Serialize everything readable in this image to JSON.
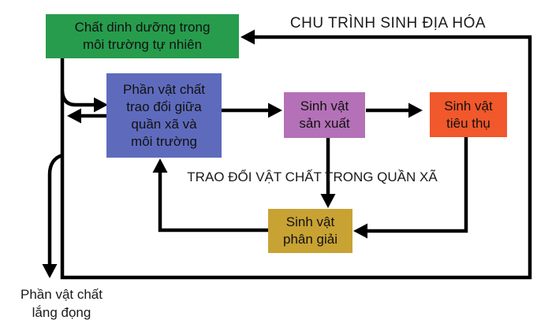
{
  "diagram": {
    "title": "CHU TRÌNH SINH ĐỊA HÓA",
    "labels": {
      "community_exchange": "TRAO ĐỔI VẬT CHẤT TRONG QUẦN XÃ",
      "sediment": "Phần vật chất\nlắng đọng"
    },
    "boxes": {
      "nutrients": {
        "text": "Chất dinh dưỡng trong\nmôi trường tự nhiên",
        "color": "#279c4d"
      },
      "exchange": {
        "text": "Phần vật chất\ntrao đổi giữa\nquần xã và\nmôi trường",
        "color": "#5e6bbd"
      },
      "producer": {
        "text": "Sinh vật\nsản xuất",
        "color": "#b471b7"
      },
      "consumer": {
        "text": "Sinh vật\ntiêu thụ",
        "color": "#f1582b"
      },
      "decomposer": {
        "text": "Sinh vật\nphân giải",
        "color": "#c8a233"
      }
    },
    "arrows": [
      {
        "name": "cycle-loop",
        "from": "nutrients-box-bottom",
        "to": "nutrients-box-right",
        "path": "down-right-up-left loop around diagram"
      },
      {
        "name": "sediment-arrow",
        "from": "cycle-left-line",
        "to": "sediment-label",
        "direction": "down"
      },
      {
        "name": "environment-to-exchange",
        "from": "cycle-left-line",
        "to": "exchange",
        "direction": "right"
      },
      {
        "name": "exchange-to-environment",
        "from": "exchange",
        "to": "cycle-left-line",
        "direction": "left"
      },
      {
        "name": "exchange-to-producer",
        "from": "exchange",
        "to": "producer",
        "direction": "right"
      },
      {
        "name": "producer-to-consumer",
        "from": "producer",
        "to": "consumer",
        "direction": "right"
      },
      {
        "name": "producer-to-decomposer",
        "from": "producer",
        "to": "decomposer",
        "direction": "down"
      },
      {
        "name": "consumer-to-decomposer",
        "from": "consumer",
        "to": "decomposer",
        "direction": "down-left"
      },
      {
        "name": "decomposer-to-exchange",
        "from": "decomposer",
        "to": "exchange",
        "direction": "left-up"
      }
    ],
    "line_color": "#000000",
    "background_color": "#ffffff"
  }
}
